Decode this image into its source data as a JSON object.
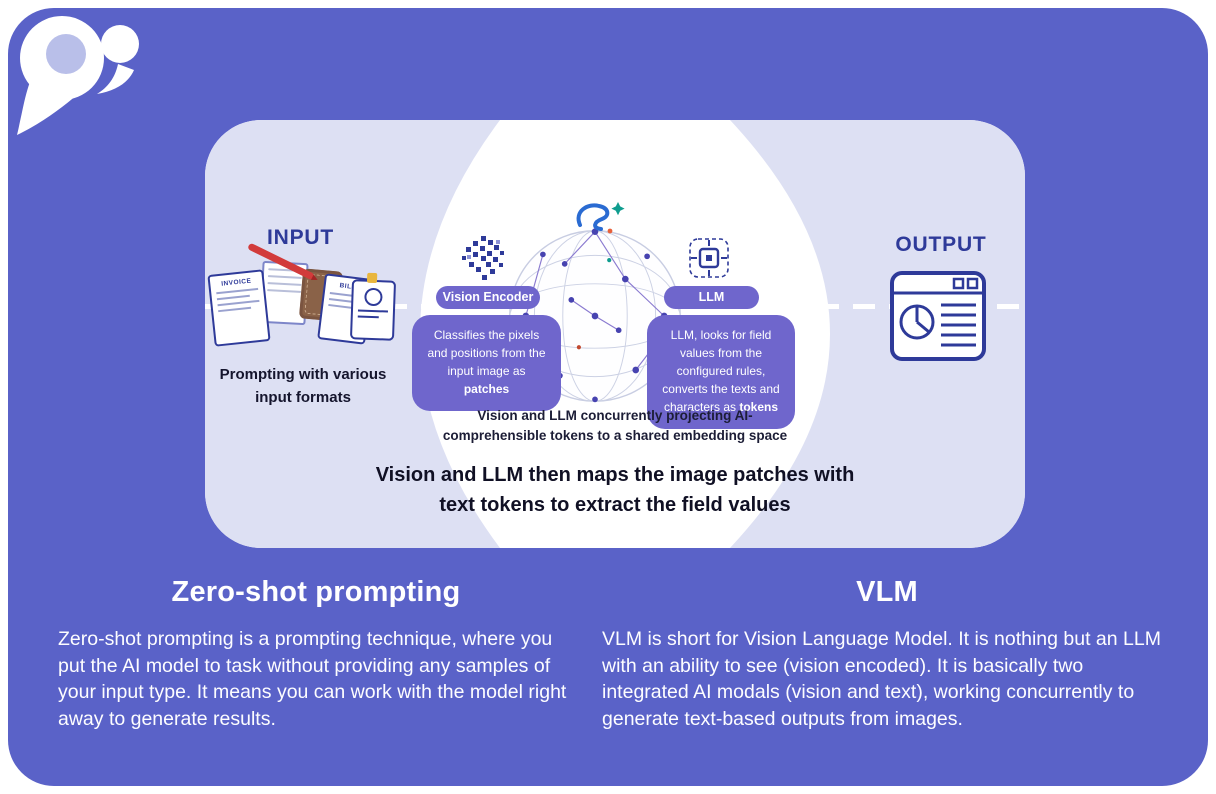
{
  "diagram": {
    "input": {
      "label": "INPUT",
      "caption": "Prompting with various input formats",
      "icon_labels": {
        "invoice": "INVOICE",
        "bill": "BILL"
      }
    },
    "vision_encoder": {
      "pill_label": "Vision Encoder",
      "box_text": "Classifies the pixels and positions from the input image as ",
      "box_highlight": "patches"
    },
    "llm": {
      "pill_label": "LLM",
      "box_text": "LLM, looks for field values from the configured rules, converts the texts and characters as ",
      "box_highlight": "tokens"
    },
    "output": {
      "label": "OUTPUT"
    },
    "embedding_caption_line1": "Vision and LLM concurrently projecting AI-",
    "embedding_caption_line2": "comprehensible tokens to a shared embedding space",
    "statement_line1": "Vision and LLM then maps the image patches with",
    "statement_line2": "text tokens to extract the field values"
  },
  "sections": {
    "left": {
      "title": "Zero-shot prompting",
      "body": "Zero-shot prompting is a prompting technique, where you put the AI model to task without providing any samples of your input type. It means you can work with the model right away to generate results."
    },
    "right": {
      "title": "VLM",
      "body": "VLM is short for Vision Language Model. It is nothing but an LLM with an ability to see (vision encoded). It is basically two integrated AI modals (vision and text), working concurrently to generate text-based outputs from images."
    }
  },
  "colors": {
    "card_purple": "#5a62c8",
    "panel_lavender": "#dde0f3",
    "pill_purple": "#6f66cc",
    "navy": "#2e3a99",
    "dark_text": "#101024",
    "white": "#ffffff"
  }
}
